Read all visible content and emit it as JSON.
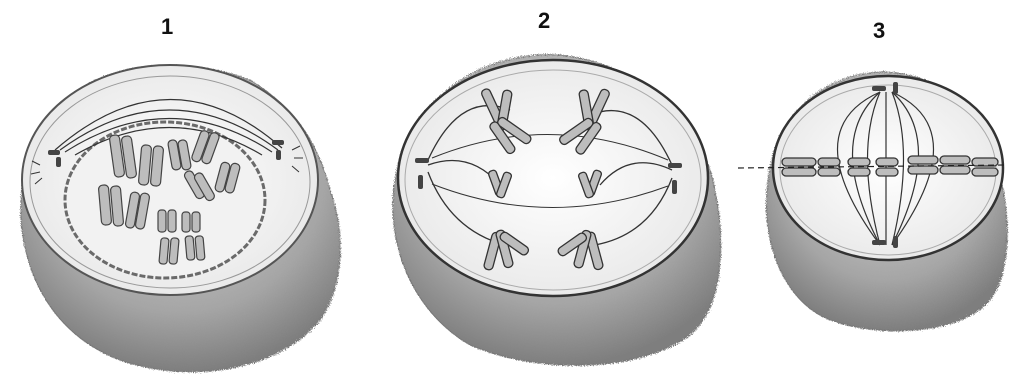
{
  "figure": {
    "panels": [
      {
        "label": "1"
      },
      {
        "label": "2"
      },
      {
        "label": "3"
      }
    ]
  },
  "colors": {
    "cell_shadow": "#9a9a9a",
    "cell_top": "#f4f4f4",
    "ink": "#222222",
    "chromosome": "#555555"
  }
}
